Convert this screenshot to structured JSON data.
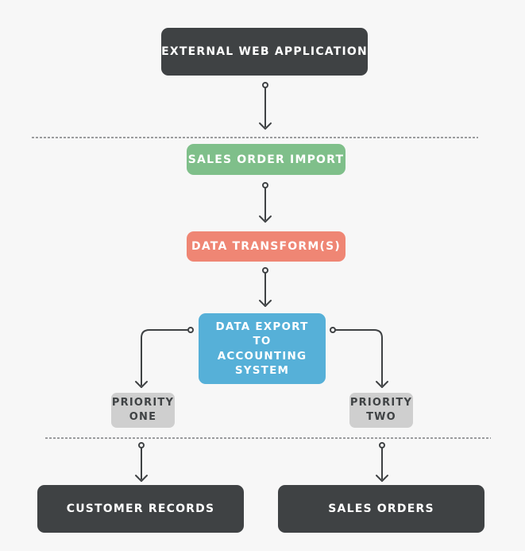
{
  "nodes": {
    "external_web_application": "EXTERNAL WEB APPLICATION",
    "sales_order_import": "SALES ORDER IMPORT",
    "data_transforms": "DATA TRANSFORM(S)",
    "data_export": "DATA EXPORT\nTO\nACCOUNTING\nSYSTEM",
    "priority_one": "PRIORITY\nONE",
    "priority_two": "PRIORITY\nTWO",
    "customer_records": "CUSTOMER RECORDS",
    "sales_orders": "SALES ORDERS"
  },
  "colors": {
    "dark": "#3f4244",
    "green": "#7fbf8a",
    "salmon": "#ef8674",
    "blue": "#56b0d8",
    "gray": "#cfcfcf",
    "connector": "#3f4244",
    "divider": "#3f4244",
    "background": "#f7f7f7"
  }
}
